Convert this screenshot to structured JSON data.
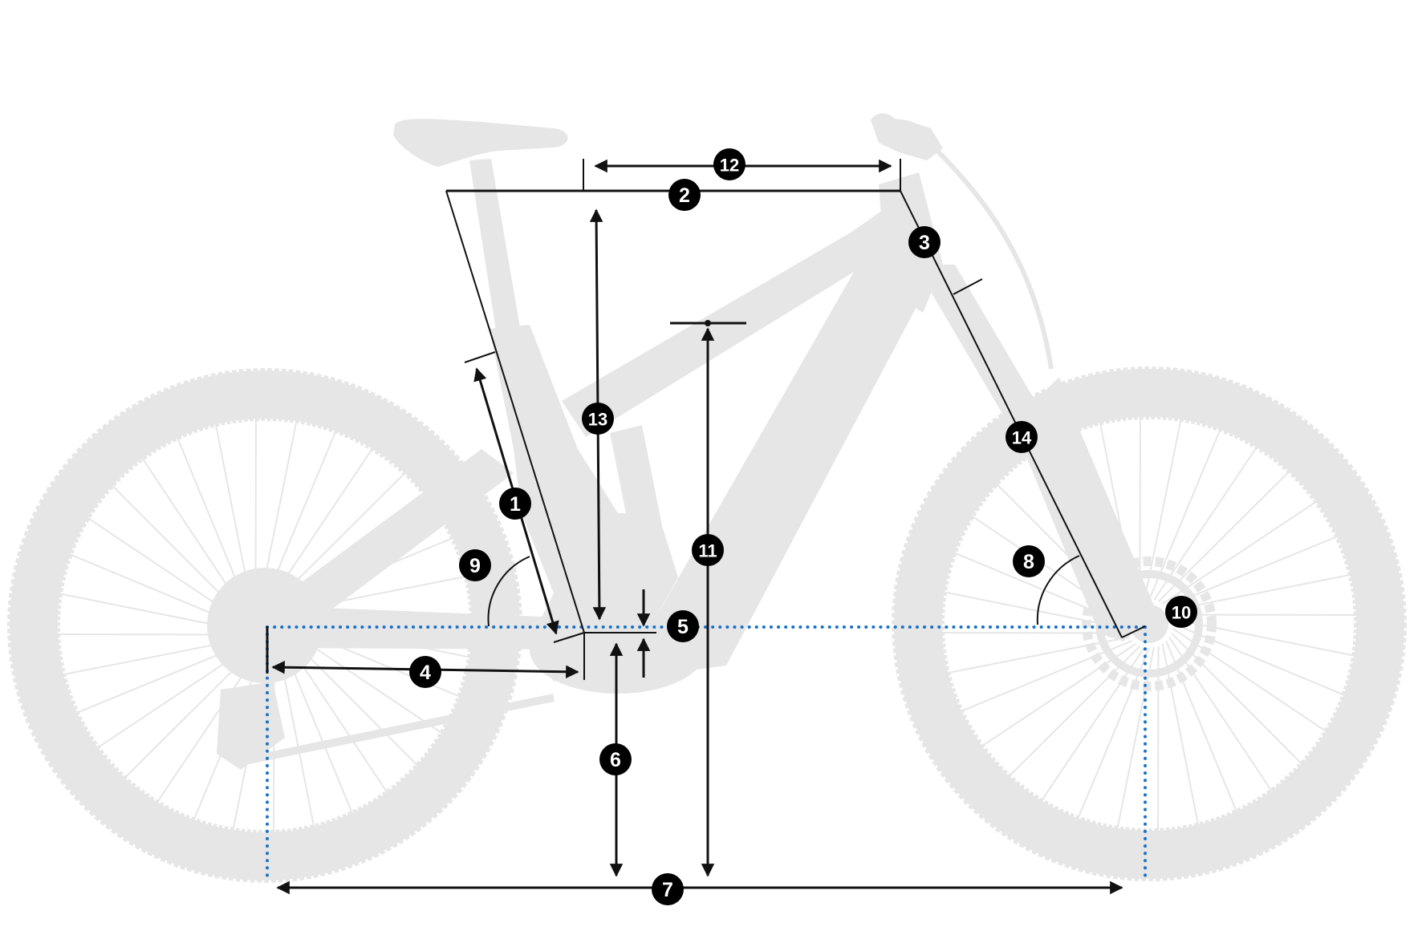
{
  "diagram": {
    "type": "bicycle-geometry",
    "subject": "full-suspension e-mountain bike silhouette",
    "colors": {
      "silhouette": "#e6e6e7",
      "dimension_lines": "#111111",
      "reference_lines": "#1a73c9",
      "badge_fill": "#000000",
      "badge_text": "#ffffff"
    },
    "badges": [
      {
        "id": "1",
        "label": "1"
      },
      {
        "id": "2",
        "label": "2"
      },
      {
        "id": "3",
        "label": "3"
      },
      {
        "id": "4",
        "label": "4"
      },
      {
        "id": "5",
        "label": "5"
      },
      {
        "id": "6",
        "label": "6"
      },
      {
        "id": "7",
        "label": "7"
      },
      {
        "id": "8",
        "label": "8"
      },
      {
        "id": "9",
        "label": "9"
      },
      {
        "id": "10",
        "label": "10"
      },
      {
        "id": "11",
        "label": "11"
      },
      {
        "id": "12",
        "label": "12"
      },
      {
        "id": "13",
        "label": "13"
      },
      {
        "id": "14",
        "label": "14"
      }
    ]
  }
}
